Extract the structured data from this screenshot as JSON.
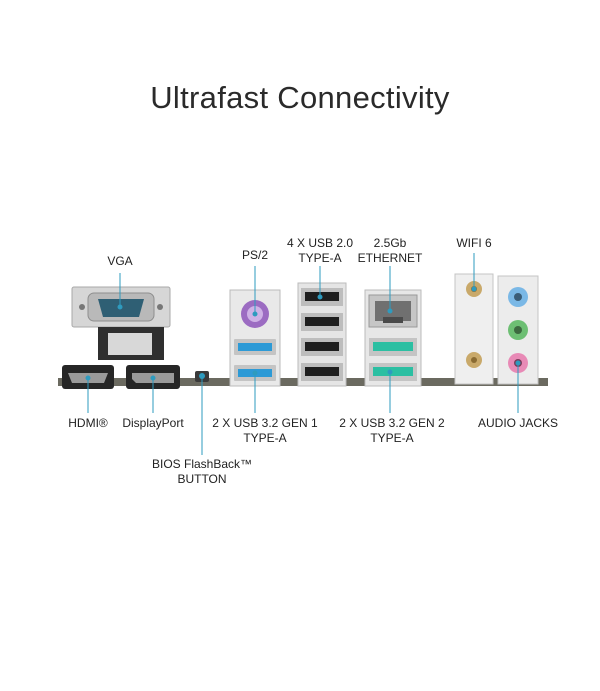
{
  "title": "Ultrafast Connectivity",
  "labels": {
    "vga": "VGA",
    "ps2": "PS/2",
    "usb20_line1": "4 X USB 2.0",
    "usb20_line2": "TYPE-A",
    "ethernet_line1": "2.5Gb",
    "ethernet_line2": "ETHERNET",
    "wifi": "WIFI 6",
    "hdmi": "HDMI®",
    "displayport": "DisplayPort",
    "usb32g1_line1": "2 X USB 3.2 GEN 1",
    "usb32g1_line2": "TYPE-A",
    "usb32g2_line1": "2 X USB 3.2 GEN 2",
    "usb32g2_line2": "TYPE-A",
    "audio": "AUDIO JACKS",
    "bios_line1": "BIOS FlashBack™",
    "bios_line2": "BUTTON"
  },
  "colors": {
    "callout": "#2e9bbf",
    "usb3": "#2d9ad6",
    "usb_gen2": "#2bbfa2",
    "ps2": "#9c6cc2",
    "audio_blue": "#7ab8e6",
    "audio_green": "#6dbf73",
    "audio_pink": "#e88ab6",
    "board": "#6b6a60",
    "shield": "#d9d9d9"
  }
}
